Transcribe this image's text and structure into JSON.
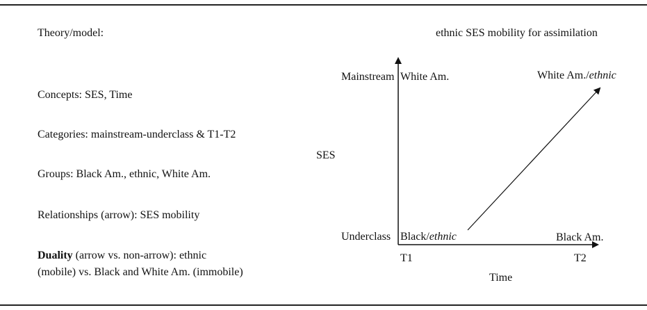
{
  "left_panel": {
    "theory": "Theory/model:",
    "concepts": "Concepts: SES, Time",
    "categories": "Categories: mainstream-underclass & T1-T2",
    "groups": "Groups: Black Am., ethnic, White Am.",
    "relationships": "Relationships (arrow): SES mobility",
    "duality_bold": "Duality",
    "duality_rest": " (arrow vs. non-arrow): ethnic",
    "duality_line2": "(mobile) vs. Black and White Am. (immobile)"
  },
  "diagram": {
    "title": "ethnic SES mobility for assimilation",
    "y_axis_label": "SES",
    "x_axis_label": "Time",
    "y_top_category": "Mainstream",
    "y_bottom_category": "Underclass",
    "x_left_tick": "T1",
    "x_right_tick": "T2",
    "top_left_group": "White Am.",
    "top_right_group_main": "White Am./",
    "top_right_group_italic": "ethnic",
    "bottom_left_group_main": "Black/",
    "bottom_left_group_italic": "ethnic",
    "bottom_right_group": "Black Am."
  }
}
